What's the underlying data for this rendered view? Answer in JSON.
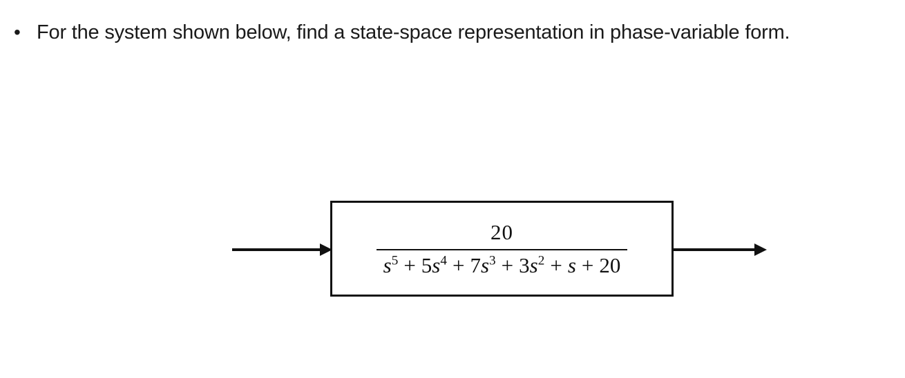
{
  "page": {
    "background_color": "#ffffff",
    "ink_color": "#111111"
  },
  "problem": {
    "bullet": "•",
    "text": "For the system shown below, find a state-space representation in phase-variable form."
  },
  "diagram": {
    "type": "block-diagram",
    "input_arrow": "input-signal-arrow",
    "output_arrow": "output-signal-arrow",
    "block": {
      "transfer_function": {
        "numerator": "20",
        "denominator_plain": "s⁵ + 5s⁴ + 7s³ + 3s² + s + 20",
        "denominator_terms": [
          {
            "sign": "",
            "coef": "",
            "base": "s",
            "exp": "5"
          },
          {
            "sign": "+",
            "coef": "5",
            "base": "s",
            "exp": "4"
          },
          {
            "sign": "+",
            "coef": "7",
            "base": "s",
            "exp": "3"
          },
          {
            "sign": "+",
            "coef": "3",
            "base": "s",
            "exp": "2"
          },
          {
            "sign": "+",
            "coef": "",
            "base": "s",
            "exp": ""
          },
          {
            "sign": "+",
            "coef": "20",
            "base": "",
            "exp": ""
          }
        ]
      }
    }
  }
}
